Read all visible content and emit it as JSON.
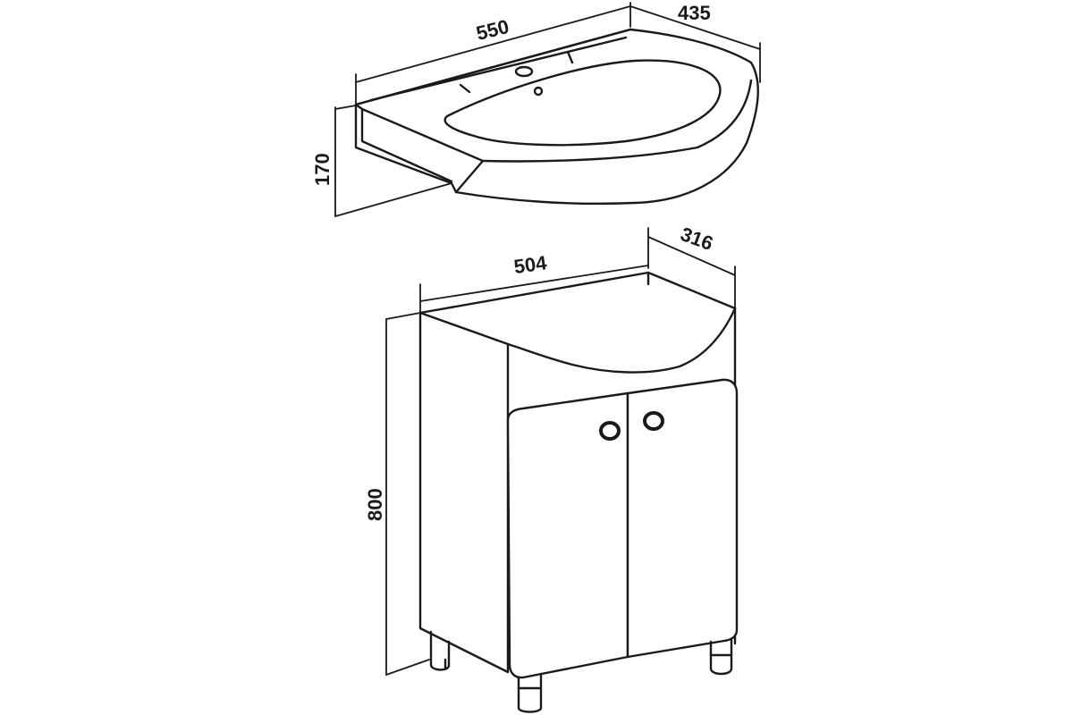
{
  "diagram": {
    "basin": {
      "width_label": "550",
      "depth_label": "435",
      "height_label": "170"
    },
    "cabinet": {
      "width_label": "504",
      "depth_label": "316",
      "height_label": "800"
    },
    "colors": {
      "line": "#1a1a1a",
      "background": "#ffffff"
    }
  }
}
